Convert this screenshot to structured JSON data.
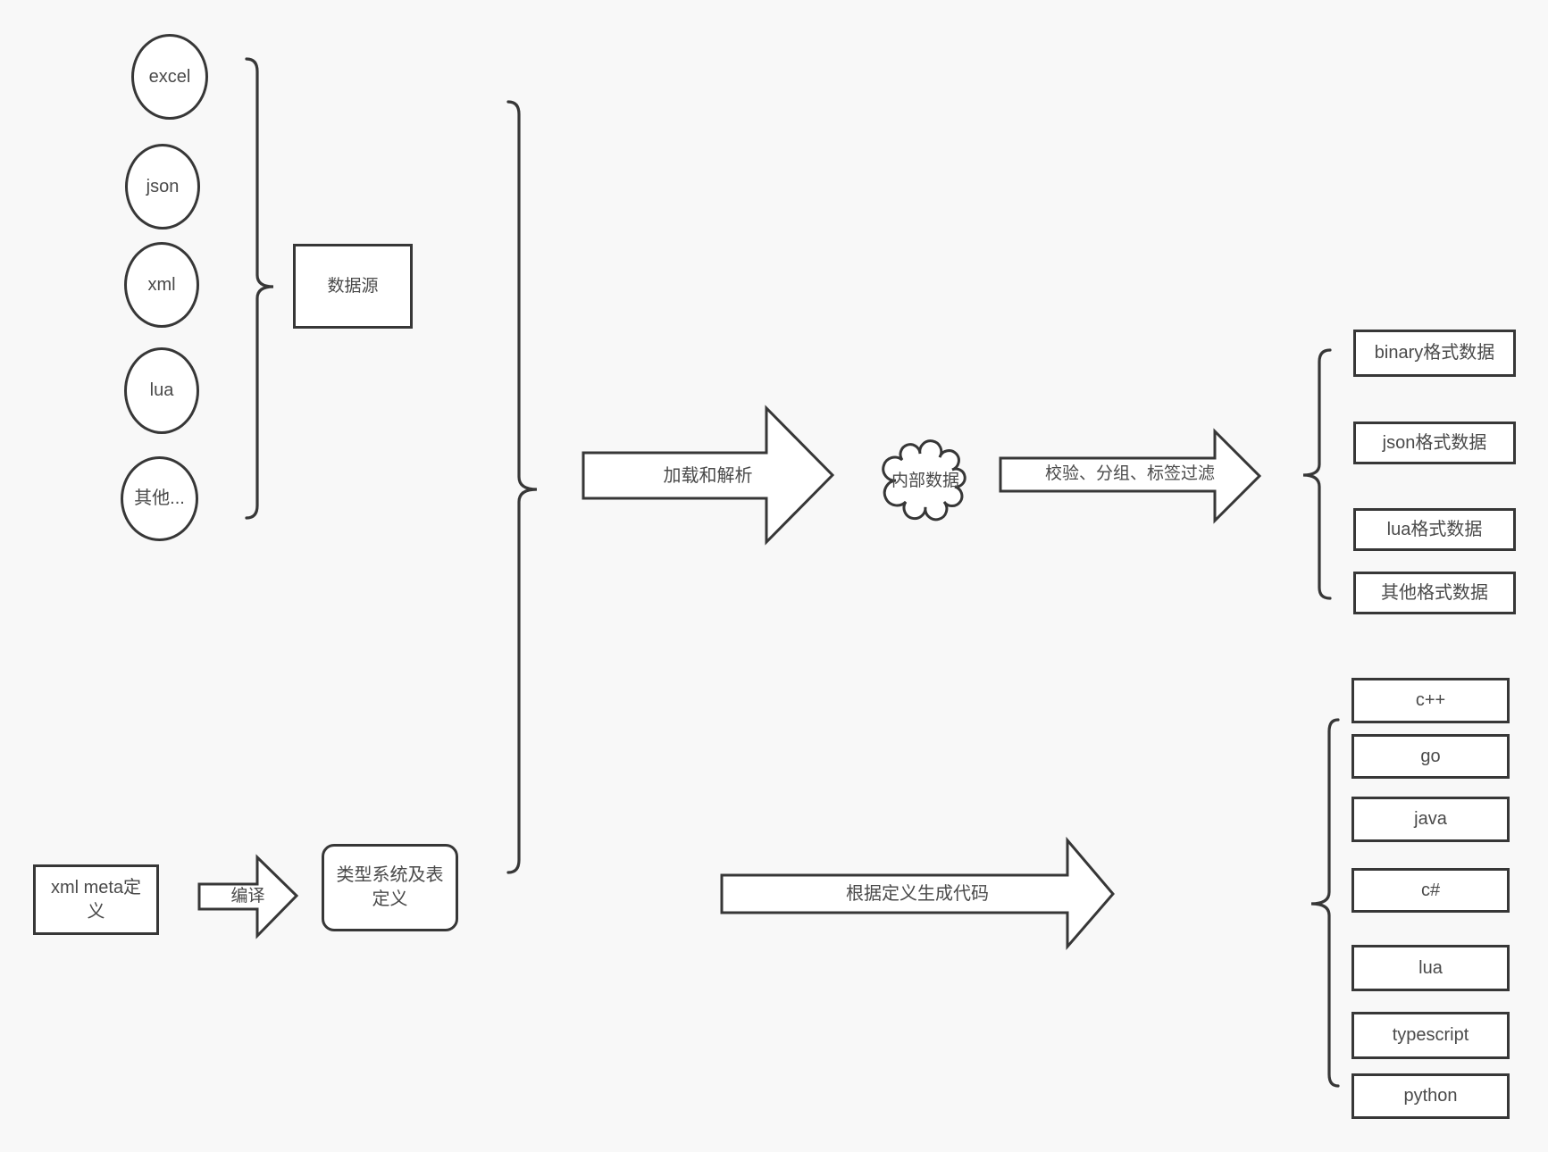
{
  "colors": {
    "background": "#f8f8f8",
    "stroke": "#373737",
    "node_fill": "#ffffff",
    "text": "#4a4a4a"
  },
  "sources": {
    "items": [
      "excel",
      "json",
      "xml",
      "lua",
      "其他..."
    ],
    "group_label": "数据源"
  },
  "pipeline": {
    "load_parse_label": "加载和解析",
    "internal_data_label": "内部数据",
    "filter_label": "校验、分组、标签过滤",
    "compile_label": "编译",
    "codegen_label": "根据定义生成代码"
  },
  "outputs": {
    "data_formats": [
      "binary格式数据",
      "json格式数据",
      "lua格式数据",
      "其他格式数据"
    ],
    "languages": [
      "c++",
      "go",
      "java",
      "c#",
      "lua",
      "typescript",
      "python"
    ]
  },
  "definitions": {
    "xml_meta_label": "xml meta定义",
    "type_system_label": "类型系统及表定义"
  }
}
